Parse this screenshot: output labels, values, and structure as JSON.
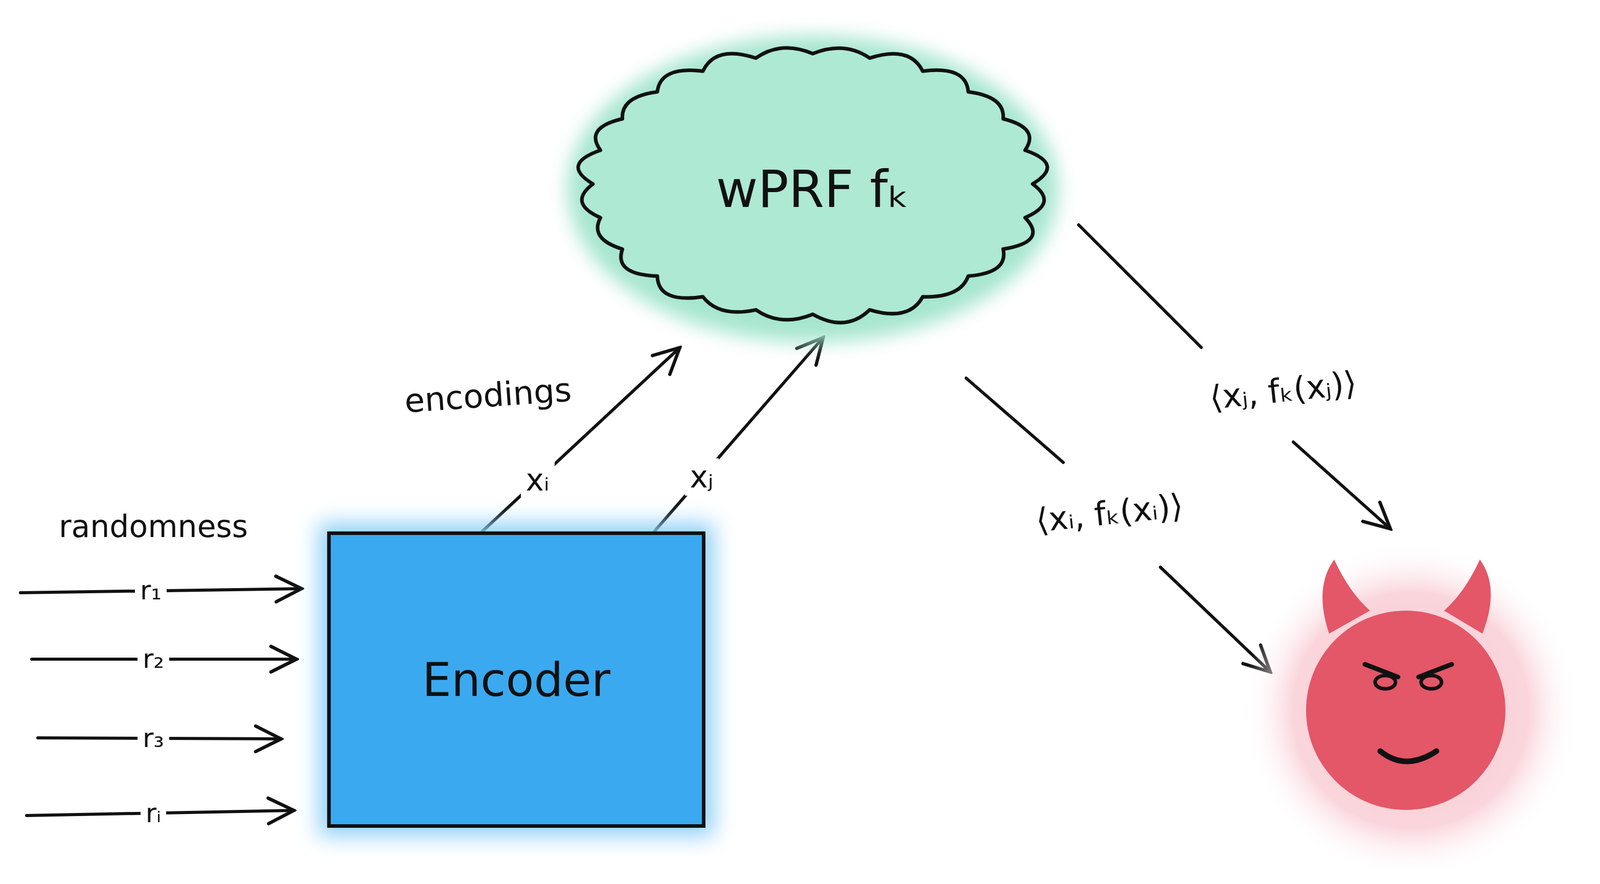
{
  "diagram": {
    "nodes": [
      {
        "text": [
          "wPRF fₖ"
        ]
      },
      {
        "text": [
          "Encoder"
        ]
      }
    ],
    "edges": [
      {
        "from": 1,
        "to": 0,
        "arrow": "to",
        "label": "xᵢ"
      },
      {
        "from": 1,
        "to": 0,
        "arrow": "to",
        "label": "xⱼ"
      }
    ],
    "labels": [
      "encodings",
      "randomness",
      "r₁",
      "r₂",
      "r₃",
      "rᵢ",
      "⟨xᵢ, fₖ(xᵢ)⟩",
      "⟨xⱼ, fₖ(xⱼ)⟩"
    ]
  }
}
